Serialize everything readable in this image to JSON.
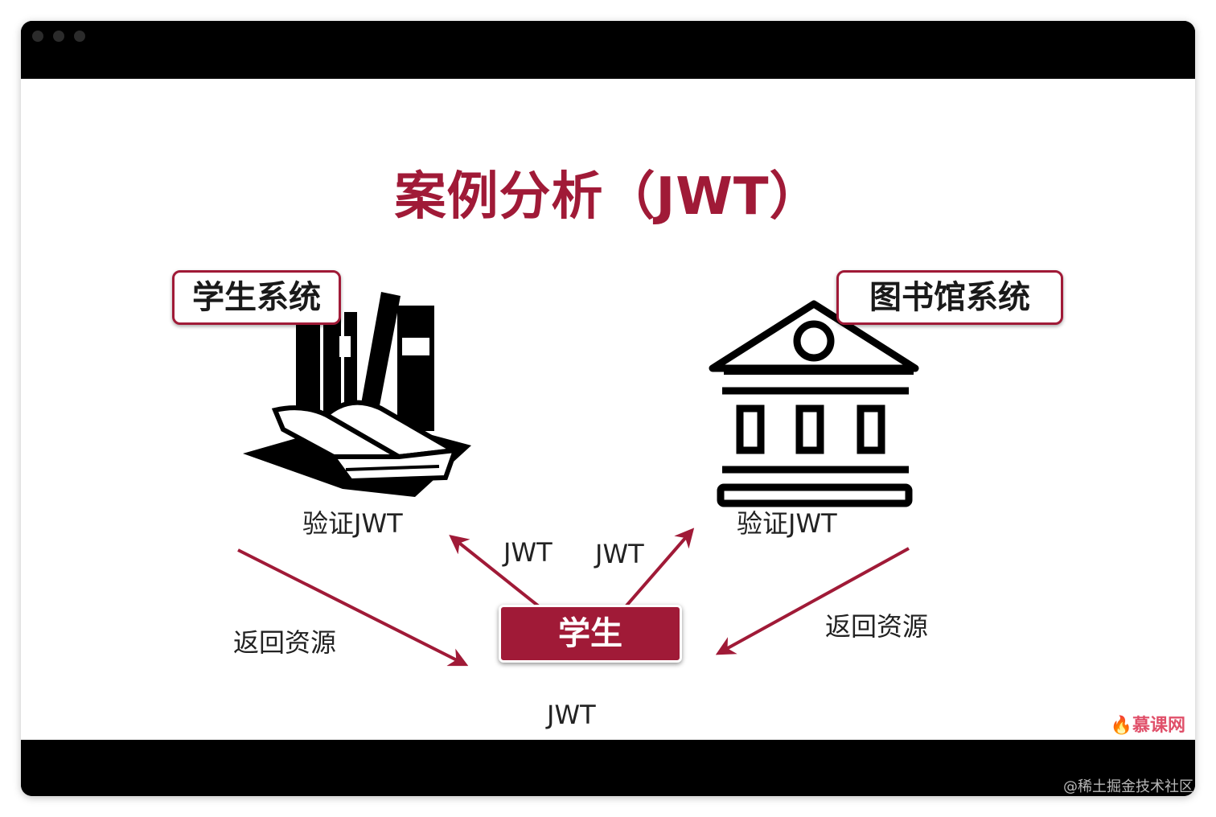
{
  "slide": {
    "title": "案例分析（JWT）",
    "left_system": {
      "label": "学生系统",
      "verify_text": "验证JWT",
      "return_text": "返回资源",
      "icon": "books-icon"
    },
    "right_system": {
      "label": "图书馆系统",
      "verify_text": "验证JWT",
      "return_text": "返回资源",
      "icon": "library-building-icon"
    },
    "student": {
      "label": "学生",
      "token_text": "JWT"
    },
    "arrow_labels": {
      "to_left": "JWT",
      "to_right": "JWT"
    },
    "logo_text": "慕课网"
  },
  "watermark": "@稀土掘金技术社区",
  "colors": {
    "accent": "#a01a37",
    "text": "#222222",
    "background": "#ffffff",
    "frame": "#000000"
  }
}
